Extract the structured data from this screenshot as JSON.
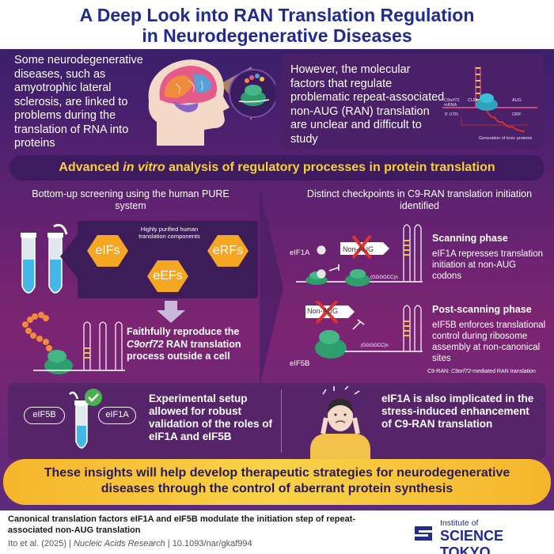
{
  "title": {
    "line1": "A Deep Look into RAN Translation Regulation",
    "line2": "in Neurodegenerative Diseases"
  },
  "intro": {
    "left_text": "Some neurodegenerative diseases, such as amyotrophic lateral sclerosis, are linked to problems during the translation of RNA into proteins",
    "right_text": "However, the molecular factors that regulate problematic repeat-associated non-AUG (RAN) translation are unclear and difficult to study",
    "diagram_labels": {
      "mrna": "C9orf72 mRNA",
      "utr": "5' UTR",
      "cug": "CUG",
      "aug": "AUG",
      "orf": "ORF",
      "caption": "Generation of toxic proteins"
    }
  },
  "banner": {
    "prefix": "Advanced ",
    "italic": "in vitro",
    "suffix": " analysis of regulatory processes in protein translation"
  },
  "left_column": {
    "heading": "Bottom-up screening using the human PURE system",
    "components_note": "Highly purified human translation components",
    "factors": [
      "eIFs",
      "eRFs",
      "eEFs"
    ],
    "result_line1": "Faithfully reproduce the",
    "result_italic": "C9orf72",
    "result_line2": " RAN translation process outside a cell"
  },
  "right_column": {
    "heading": "Distinct checkpoints in C9-RAN translation initiation identified",
    "scanning": {
      "title": "Scanning phase",
      "desc": "eIF1A represses translation initiation at non-AUG codons",
      "factor_label": "eIF1A",
      "sign_label": "Non-AUG",
      "repeat_label": "(GGGGCC)n"
    },
    "post_scanning": {
      "title": "Post-scanning phase",
      "desc": "eIF5B enforces translational control during ribosome assembly at non-canonical sites",
      "factor_label": "eIF5B",
      "sign_label": "Non-AUG",
      "repeat_label": "(GGGGCC)n"
    },
    "footnote_prefix": "C9-RAN: ",
    "footnote_italic": "C9orf72",
    "footnote_suffix": "-mediated RAN translation"
  },
  "bottom": {
    "left_pills": [
      "eIF5B",
      "eIF1A"
    ],
    "experiment_text": "Experimental setup allowed for robust validation of the roles of eIF1A and eIF5B",
    "stress_text": "eIF1A is also implicated in the stress-induced enhancement of C9-RAN translation"
  },
  "conclusion": {
    "line1": "These insights will help develop therapeutic strategies for neurodegenerative",
    "line2": "diseases through the control of aberrant protein synthesis"
  },
  "footer": {
    "paper_title": "Canonical translation factors eIF1A and eIF5B modulate the initiation step of repeat-associated non-AUG translation",
    "citation_authors": "Ito et al. (2025) | ",
    "citation_journal": "Nucleic Acids Research",
    "citation_doi": " | 10.1093/nar/gkaf994",
    "logo_small": "Institute of",
    "logo_big": "SCIENCE TOKYO"
  },
  "colors": {
    "title_blue": "#1f2b8f",
    "banner_yellow": "#f6d23a",
    "hex_orange": "#f5a623",
    "ribosome_green": "#2f9e6e",
    "repeat_stripe": "#f2c24a",
    "cross_red": "#e0322c",
    "check_green": "#4caf50"
  }
}
